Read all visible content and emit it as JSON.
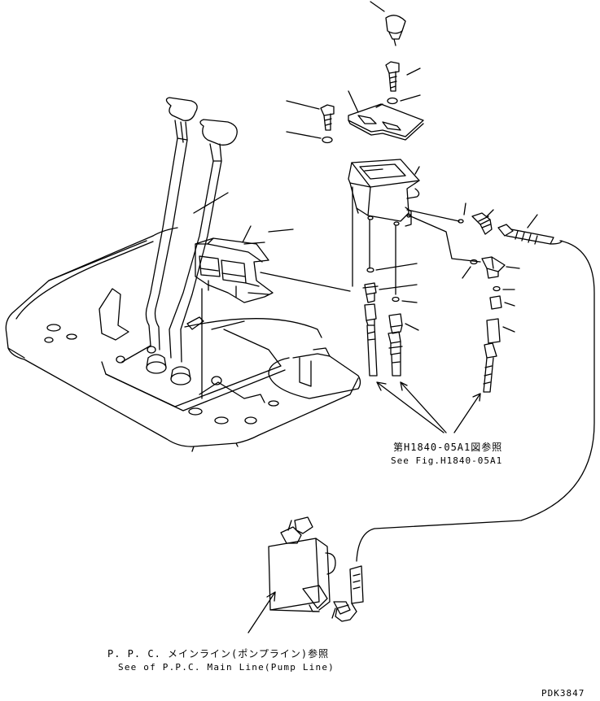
{
  "diagram": {
    "reference_fig_jp": "第H1840-05A1図参照",
    "reference_fig_en": "See Fig.H1840-05A1",
    "ppc_main_line_jp": "P. P. C. メインライン(ポンプライン)参照",
    "ppc_main_line_en": "See of P.P.C. Main Line(Pump Line)",
    "drawing_code": "PDK3847"
  },
  "colors": {
    "ink": "#000000",
    "paper": "#ffffff"
  }
}
